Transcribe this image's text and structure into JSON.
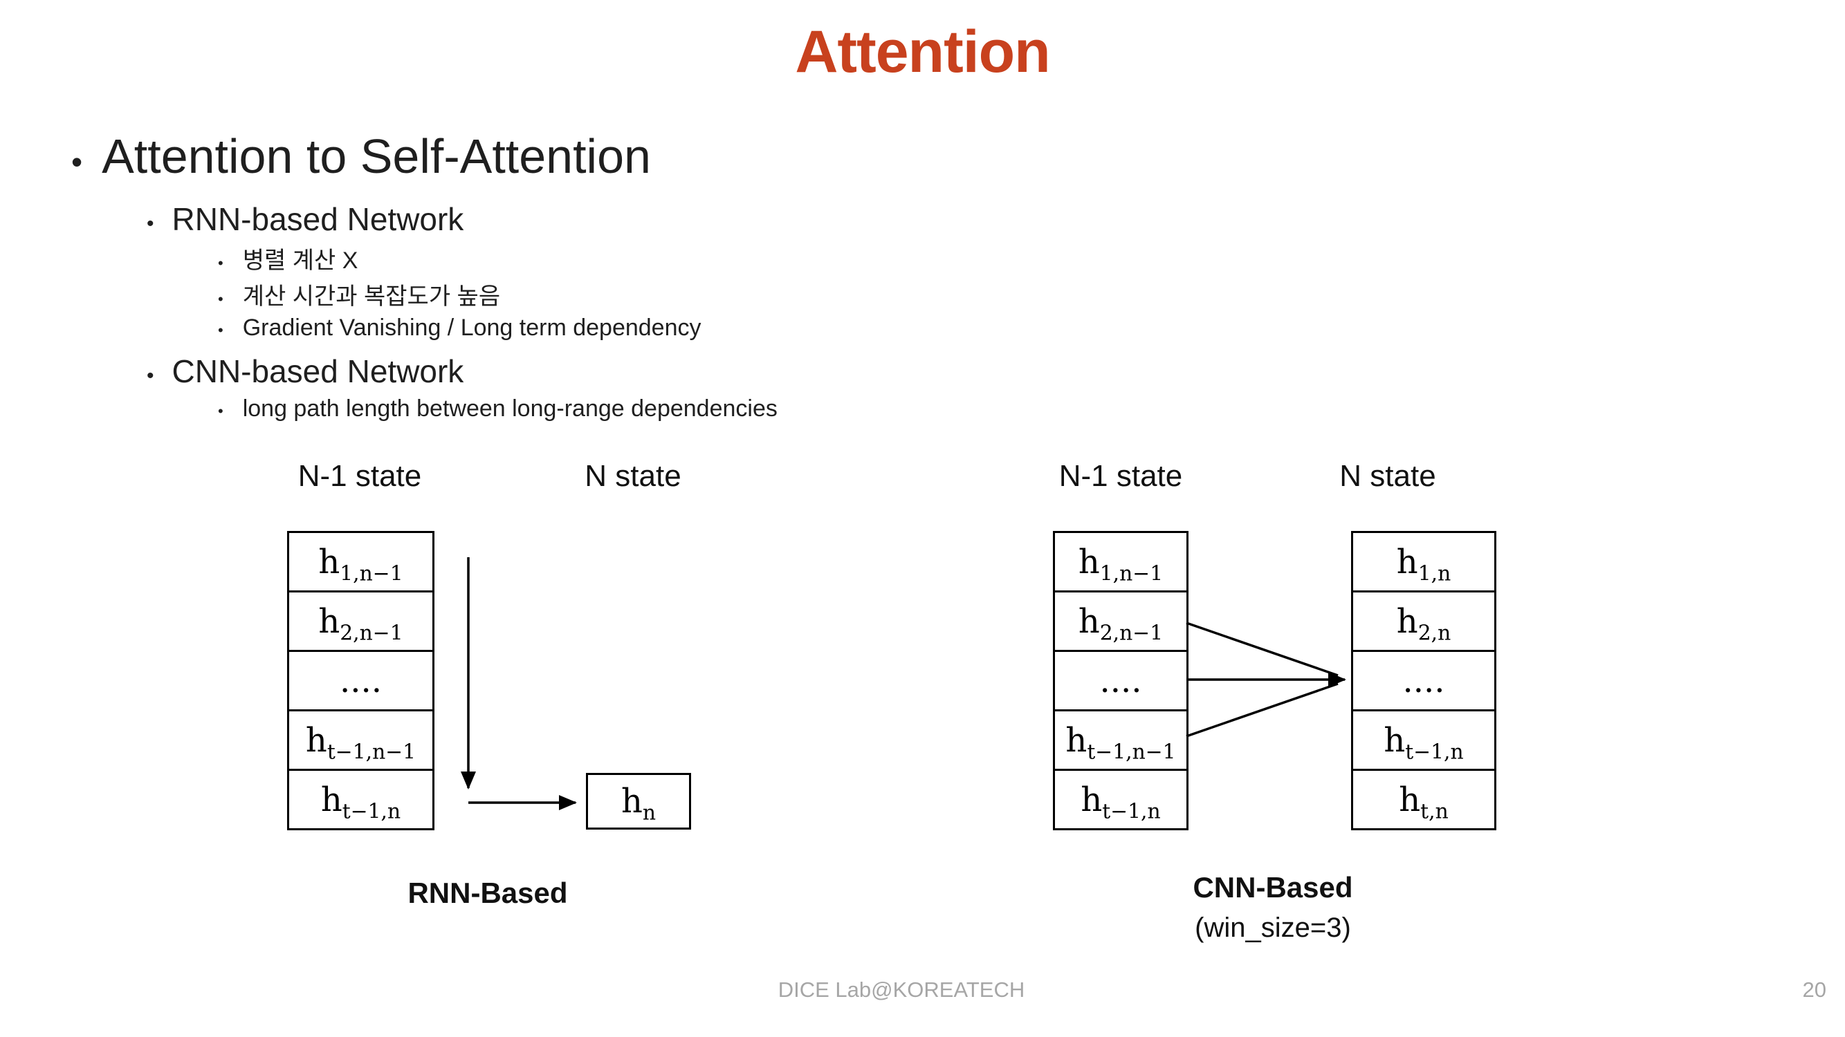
{
  "title": "Attention",
  "accent_color": "#C8411E",
  "bullets": {
    "level1": "Attention to Self-Attention",
    "rnn": {
      "label": "RNN-based Network",
      "items": [
        "병렬 계산 X",
        "계산 시간과 복잡도가 높음",
        "Gradient Vanishing / Long term dependency"
      ]
    },
    "cnn": {
      "label": "CNN-based Network",
      "items": [
        "long path length between long-range dependencies"
      ]
    }
  },
  "rnn_diagram": {
    "header_left": "N-1 state",
    "header_right": "N state",
    "stack": [
      {
        "base": "h",
        "sub": "1,n−1"
      },
      {
        "base": "h",
        "sub": "2,n−1"
      },
      {
        "base": "....",
        "sub": ""
      },
      {
        "base": "h",
        "sub": "t−1,n−1"
      },
      {
        "base": "h",
        "sub": "t−1,n"
      }
    ],
    "output_box": {
      "base": "h",
      "sub": "n"
    },
    "caption": "RNN-Based"
  },
  "cnn_diagram": {
    "header_left": "N-1 state",
    "header_right": "N state",
    "left_stack": [
      {
        "base": "h",
        "sub": "1,n−1"
      },
      {
        "base": "h",
        "sub": "2,n−1"
      },
      {
        "base": "....",
        "sub": ""
      },
      {
        "base": "h",
        "sub": "t−1,n−1"
      },
      {
        "base": "h",
        "sub": "t−1,n"
      }
    ],
    "right_stack": [
      {
        "base": "h",
        "sub": "1,n"
      },
      {
        "base": "h",
        "sub": "2,n"
      },
      {
        "base": "....",
        "sub": ""
      },
      {
        "base": "h",
        "sub": "t−1,n"
      },
      {
        "base": "h",
        "sub": "t,n"
      }
    ],
    "caption": "CNN-Based",
    "caption_sub": "(win_size=3)"
  },
  "footer": {
    "credit": "DICE Lab@KOREATECH",
    "page": "20"
  }
}
